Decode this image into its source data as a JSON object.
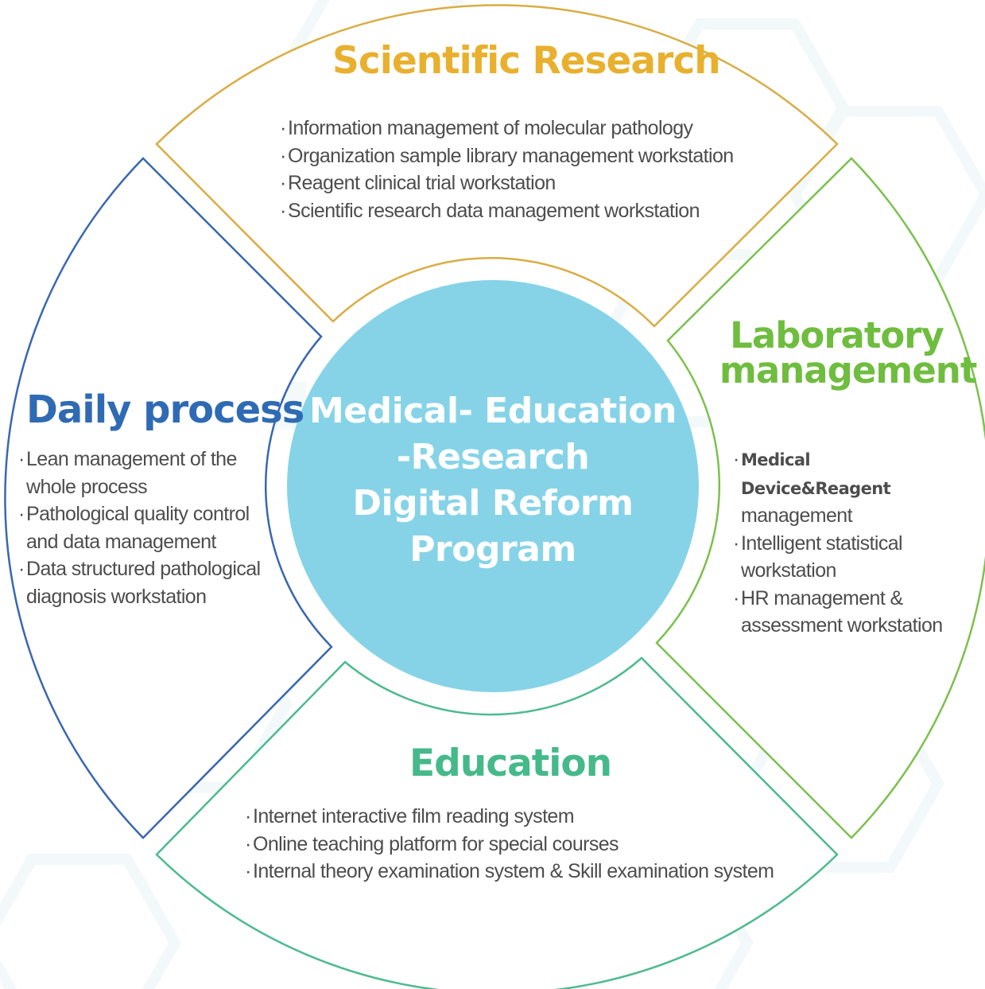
{
  "colors": {
    "research": "#e8b02e",
    "research_border": "#d9ad44",
    "laboratory": "#6fbd3f",
    "laboratory_border": "#7cc04d",
    "education": "#45b98a",
    "education_border": "#4dba8f",
    "daily": "#2f6bb4",
    "daily_border": "#3a67b0",
    "center_fill": "#86d3e8",
    "text": "#4d4d4d",
    "background_pattern": "#eaf4f5"
  },
  "center": {
    "lines": [
      "Medical- Education",
      "-Research",
      "Digital Reform",
      "Program"
    ]
  },
  "scientific_research": {
    "title": "Scientific Research",
    "items": [
      "Information management of molecular pathology",
      "Organization sample library management workstation",
      "Reagent clinical trial workstation",
      "Scientific research data management workstation"
    ]
  },
  "laboratory_management": {
    "title_line1": "Laboratory",
    "title_line2": "management",
    "items": [
      {
        "bold": "Medical Device&Reagent",
        "rest": "management"
      },
      {
        "text": "Intelligent statistical workstation"
      },
      {
        "text": "HR management & assessment workstation"
      }
    ]
  },
  "daily_process": {
    "title": "Daily process",
    "items": [
      "Lean management of the whole process",
      "Pathological quality control and data management",
      "Data structured pathological diagnosis workstation"
    ]
  },
  "education": {
    "title": "Education",
    "items": [
      "Internet interactive film reading system",
      "Online teaching platform for special courses",
      "Internal theory examination system & Skill examination system"
    ]
  }
}
